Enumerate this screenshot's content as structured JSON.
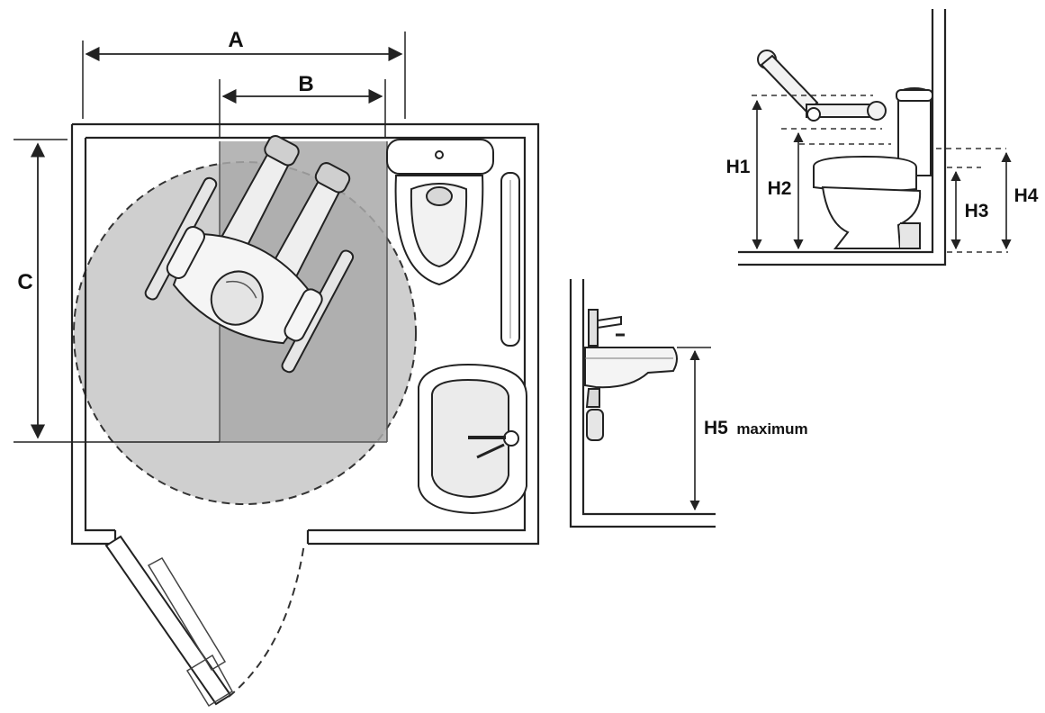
{
  "plan": {
    "dim_a": "A",
    "dim_b": "B",
    "dim_c": "C"
  },
  "toilet_elevation": {
    "h1": "H1",
    "h2": "H2",
    "h3": "H3",
    "h4": "H4"
  },
  "sink_elevation": {
    "h5_prefix": "H5",
    "h5_suffix": "maximum"
  },
  "colors": {
    "line": "#222222",
    "shade_light": "#cfcfcf",
    "shade_dark": "#a9a9a9",
    "fixture_gray": "#d8d8d8"
  }
}
